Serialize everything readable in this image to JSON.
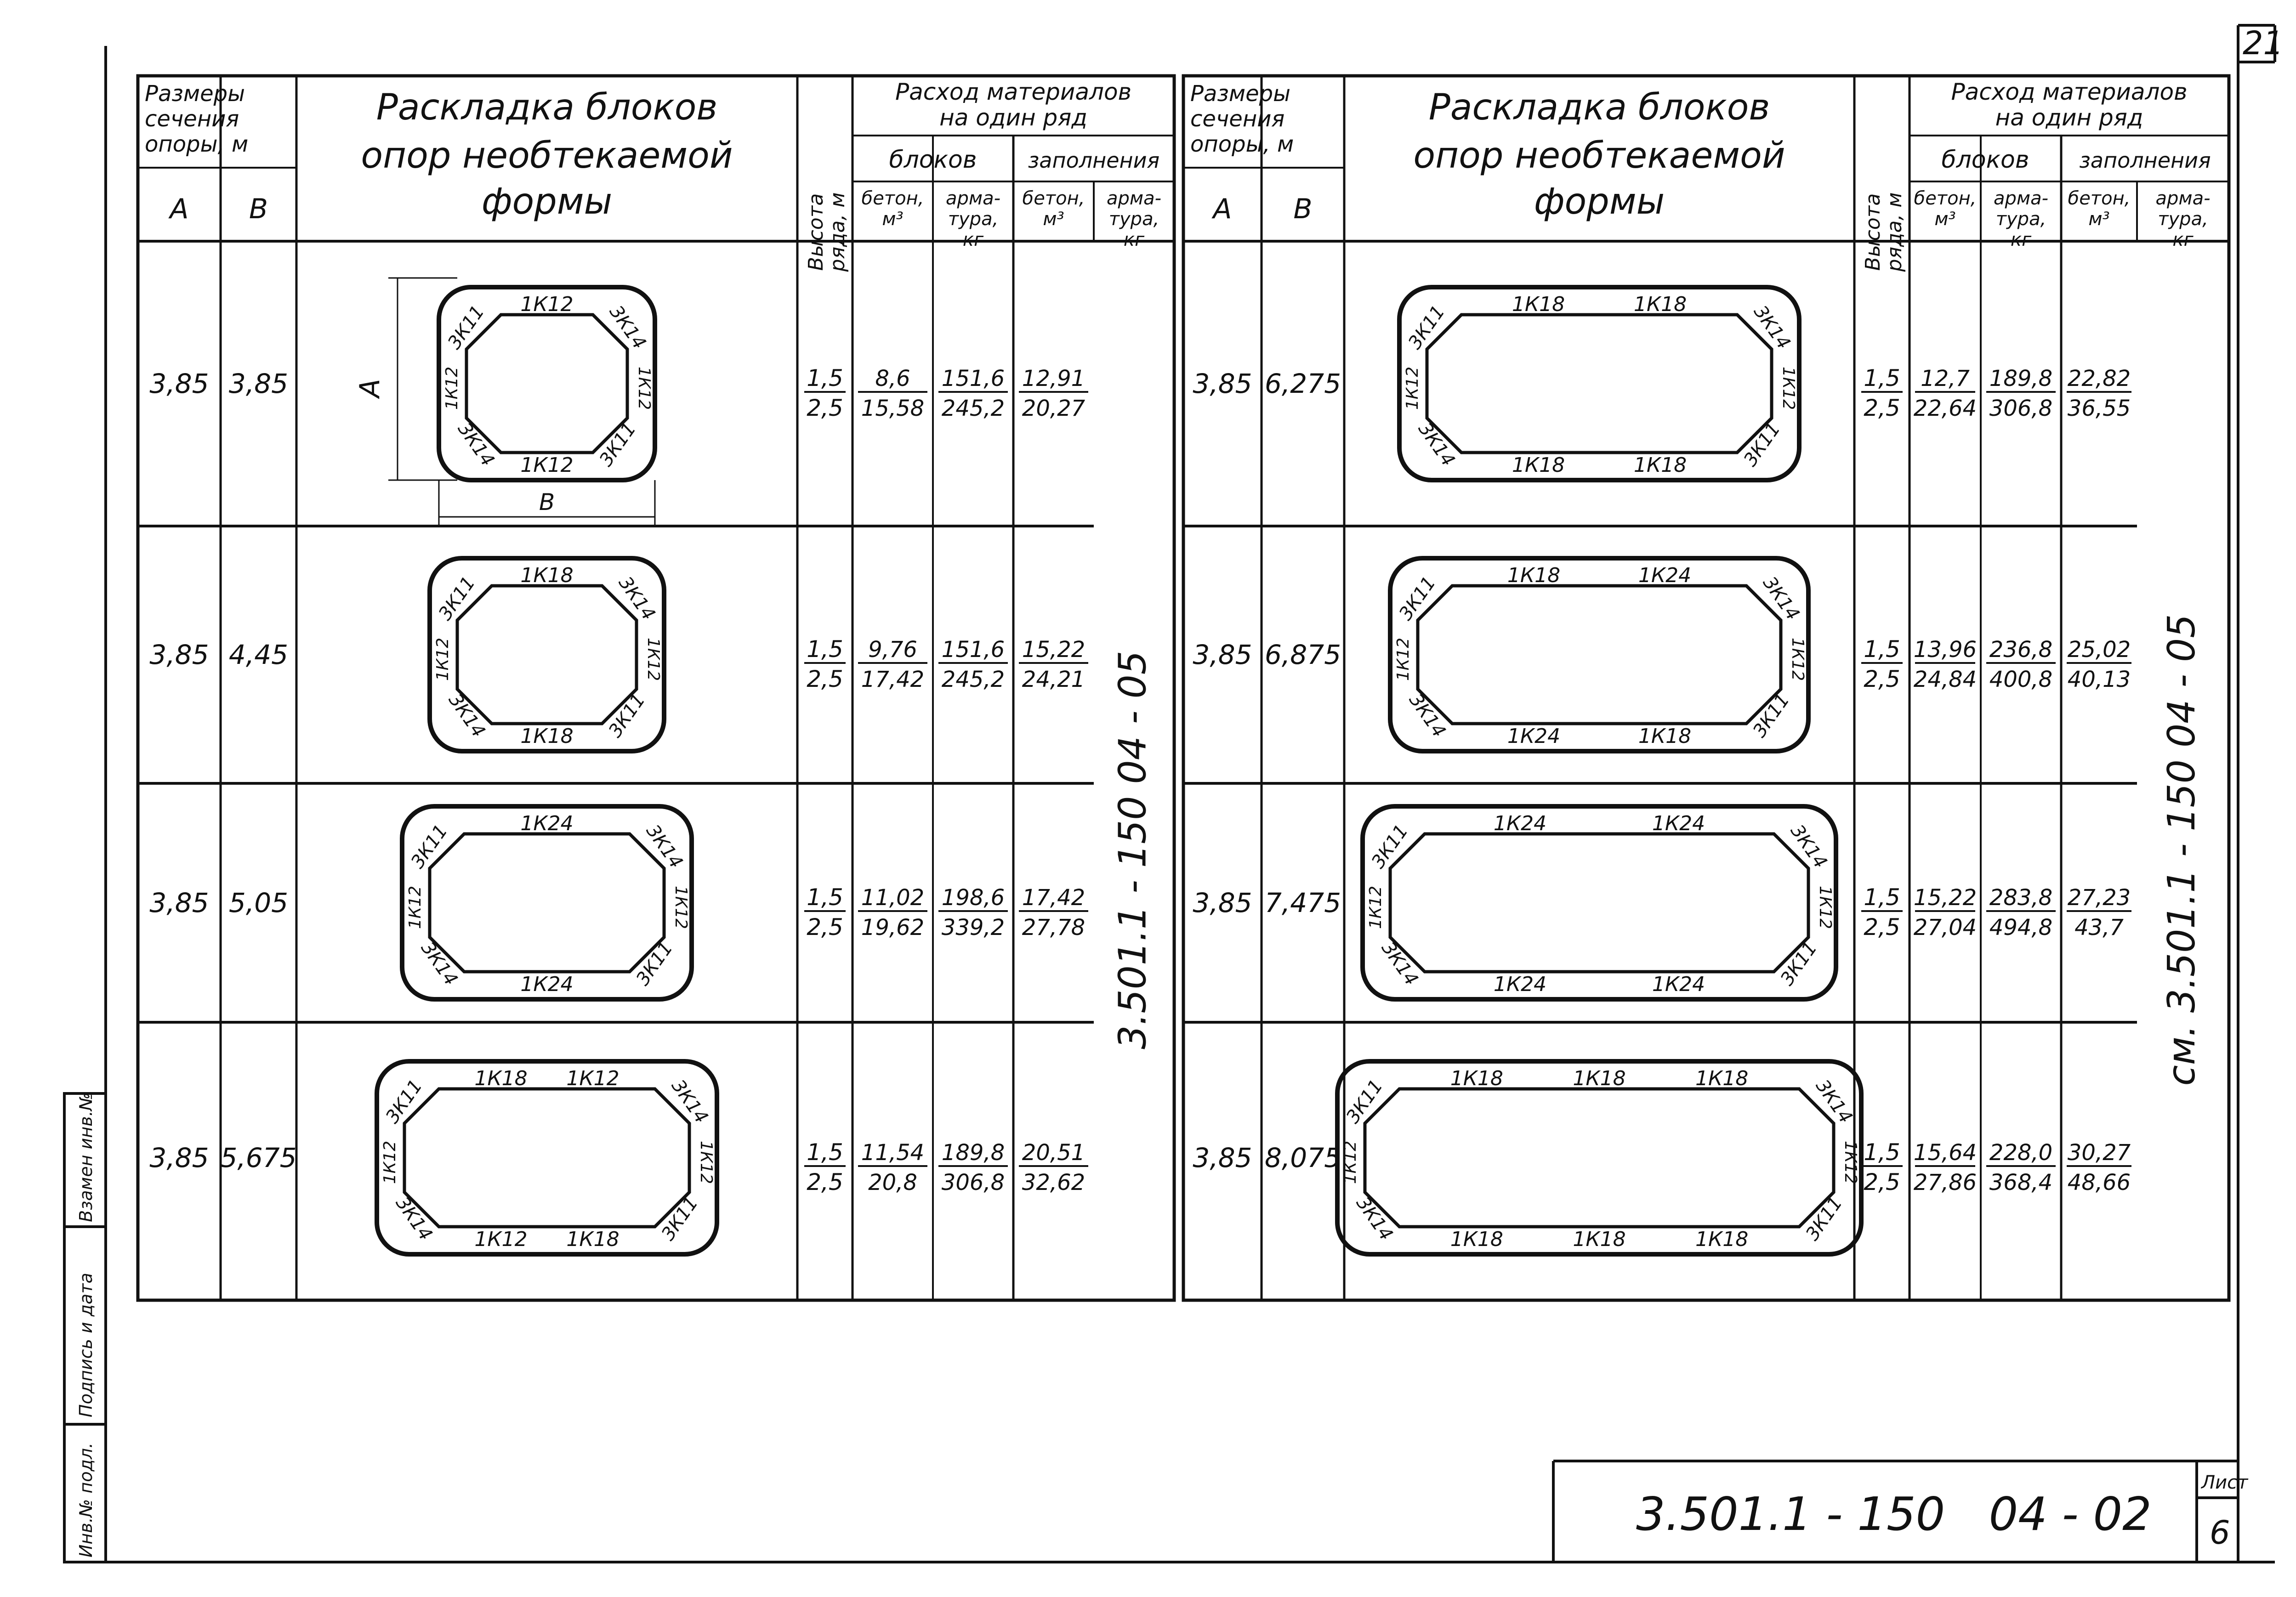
{
  "corner_number": "21",
  "header": {
    "section_sizes": "Размеры сечения опоры, м",
    "col_a": "А",
    "col_b": "В",
    "layout_title": "Раскладка блоков опор необтекаемой формы",
    "row_height": "Высота ряда, м",
    "materials": "Расход материалов на один ряд",
    "blocks": "блоков",
    "filling": "заполнения",
    "concrete": "бетон, м³",
    "rebar": "арма-тура, кг"
  },
  "heights": [
    "1,5",
    "2,5"
  ],
  "rows_left": [
    {
      "a": "3,85",
      "b": "3,85",
      "concrete_blocks": [
        "8,6",
        "15,58"
      ],
      "rebar_blocks": [
        "151,6",
        "245,2"
      ],
      "concrete_fill": [
        "12,91",
        "20,27"
      ],
      "top": [
        "1К12"
      ],
      "bottom": [
        "1К12"
      ]
    },
    {
      "a": "3,85",
      "b": "4,45",
      "concrete_blocks": [
        "9,76",
        "17,42"
      ],
      "rebar_blocks": [
        "151,6",
        "245,2"
      ],
      "concrete_fill": [
        "15,22",
        "24,21"
      ],
      "top": [
        "1К18"
      ],
      "bottom": [
        "1К18"
      ]
    },
    {
      "a": "3,85",
      "b": "5,05",
      "concrete_blocks": [
        "11,02",
        "19,62"
      ],
      "rebar_blocks": [
        "198,6",
        "339,2"
      ],
      "concrete_fill": [
        "17,42",
        "27,78"
      ],
      "top": [
        "1К24"
      ],
      "bottom": [
        "1К24"
      ]
    },
    {
      "a": "3,85",
      "b": "5,675",
      "concrete_blocks": [
        "11,54",
        "20,8"
      ],
      "rebar_blocks": [
        "189,8",
        "306,8"
      ],
      "concrete_fill": [
        "20,51",
        "32,62"
      ],
      "top": [
        "1К18",
        "1К12"
      ],
      "bottom": [
        "1К12",
        "1К18"
      ]
    }
  ],
  "rows_right": [
    {
      "a": "3,85",
      "b": "6,275",
      "concrete_blocks": [
        "12,7",
        "22,64"
      ],
      "rebar_blocks": [
        "189,8",
        "306,8"
      ],
      "concrete_fill": [
        "22,82",
        "36,55"
      ],
      "top": [
        "1К18",
        "1К18"
      ],
      "bottom": [
        "1К18",
        "1К18"
      ]
    },
    {
      "a": "3,85",
      "b": "6,875",
      "concrete_blocks": [
        "13,96",
        "24,84"
      ],
      "rebar_blocks": [
        "236,8",
        "400,8"
      ],
      "concrete_fill": [
        "25,02",
        "40,13"
      ],
      "top": [
        "1К18",
        "1К24"
      ],
      "bottom": [
        "1К24",
        "1К18"
      ]
    },
    {
      "a": "3,85",
      "b": "7,475",
      "concrete_blocks": [
        "15,22",
        "27,04"
      ],
      "rebar_blocks": [
        "283,8",
        "494,8"
      ],
      "concrete_fill": [
        "27,23",
        "43,7"
      ],
      "top": [
        "1К24",
        "1К24"
      ],
      "bottom": [
        "1К24",
        "1К24"
      ]
    },
    {
      "a": "3,85",
      "b": "8,075",
      "concrete_blocks": [
        "15,64",
        "27,86"
      ],
      "rebar_blocks": [
        "228,0",
        "368,4"
      ],
      "concrete_fill": [
        "30,27",
        "48,66"
      ],
      "top": [
        "1К18",
        "1К18",
        "1К18"
      ],
      "bottom": [
        "1К18",
        "1К18",
        "1К18"
      ]
    }
  ],
  "corner_blocks": {
    "top_left": "3К11",
    "top_right": "3К14",
    "bottom_left": "3К14",
    "bottom_right": "3К11",
    "side": "1К12"
  },
  "dimension_a": "А",
  "dimension_b": "В",
  "fill_rebar_ref_left": "3.501.1 - 150  04 - 05",
  "fill_rebar_ref_right": "см. 3.501.1 - 150  04 - 05",
  "side_stamp": [
    "Инв.№ подл.",
    "Подпись и дата",
    "Взамен инв.№"
  ],
  "title_block": {
    "code": "3.501.1 - 150   04 - 02",
    "sheet_label": "Лист",
    "sheet_number": "6"
  }
}
